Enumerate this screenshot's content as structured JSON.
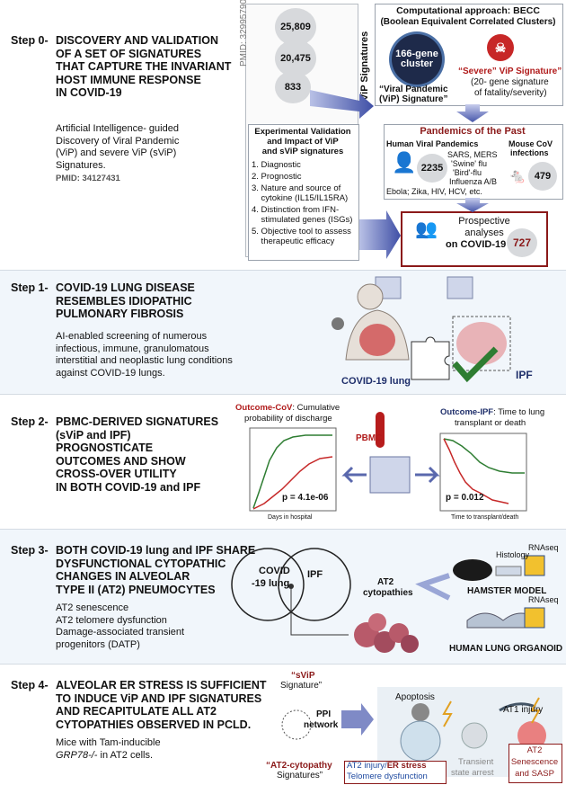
{
  "step0": {
    "label": "Step 0-",
    "title": "DISCOVERY AND VALIDATION\nOF A SET OF SIGNATURES\nTHAT CAPTURE THE INVARIANT\nHOST IMMUNE RESPONSE\nIN COVID-19",
    "desc": "Artificial Intelligence- guided\nDiscovery of Viral Pandemic\n(ViP) and severe ViP (sViP)\nSignatures.",
    "pmid": "PMID: 34127431",
    "side_pmid": "PMID: 32995790",
    "counts": [
      "25,809",
      "20,475",
      "833"
    ],
    "vip_signatures_label": "ViP Signatures",
    "becc_title": "Computational approach: BECC",
    "becc_subtitle": "(Boolean Equivalent Correlated Clusters)",
    "cluster_label": "166-gene\ncluster",
    "vip_sig_1": "“Viral Pandemic",
    "vip_sig_2": "(ViP) Signature”",
    "severe_1": "“Severe” ViP Signature”",
    "severe_2": "(20- gene signature",
    "severe_3": "of fatality/severity)",
    "exp_title_1": "Experimental Validation",
    "exp_title_2": "and Impact of ViP",
    "exp_title_3": "and sViP signatures",
    "exp_items": [
      "1. Diagnostic",
      "2. Prognostic",
      "3. Nature and source of",
      "    cytokine (IL15/IL15RA)",
      "4. Distinction from IFN-",
      "    stimulated genes (ISGs)",
      "5. Objective tool to assess",
      "    therapeutic efficacy"
    ],
    "past_title": "Pandemics of the Past",
    "human_title": "Human Viral Pandemics",
    "human_count": "2235",
    "human_viruses": [
      "SARS, MERS",
      "'Swine' flu",
      "'Bird'-flu",
      "Influenza A/B",
      "Ebola; Zika, HIV, HCV, etc."
    ],
    "mouse_title_1": "Mouse CoV",
    "mouse_title_2": "infections",
    "mouse_count": "479",
    "prospective_1": "Prospective",
    "prospective_2": "analyses",
    "prospective_3": "on COVID-19",
    "prospective_count": "727"
  },
  "step1": {
    "label": "Step 1-",
    "title": "COVID-19 LUNG DISEASE\nRESEMBLES IDIOPATHIC\nPULMONARY FIBROSIS",
    "desc": "AI-enabled screening of numerous\ninfectious, immune, granulomatous\ninterstitial and neoplastic lung conditions\nagainst COVID-19 lungs.",
    "covid_lung": "COVID-19 lung",
    "ipf": "IPF"
  },
  "step2": {
    "label": "Step 2-",
    "title": "PBMC-DERIVED SIGNATURES\n(sViP and IPF)\nPROGNOSTICATE\nOUTCOMES AND SHOW\nCROSS-OVER UTILITY\nIN BOTH COVID-19 and IPF",
    "cov_title_bold": "Outcome-CoV",
    "cov_title_rest": ": Cumulative",
    "cov_title_2": "probability of discharge",
    "ipf_title_bold": "Outcome-IPF",
    "ipf_title_rest": ": Time to lung",
    "ipf_title_2": "transplant or death",
    "pbmc": "PBMC",
    "p_cov": "p = 4.1e-06",
    "p_ipf": "p = 0.012",
    "cov_xlabel": "Days in hospital",
    "ipf_xlabel": "Time to transplant/death"
  },
  "step3": {
    "label": "Step 3-",
    "title": "BOTH COVID-19 lung and IPF SHARE\nDYSFUNCTIONAL CYTOPATHIC\nCHANGES IN ALVEOLAR\nTYPE II (AT2) PNEUMOCYTES",
    "desc": "AT2 senescence\nAT2 telomere dysfunction\nDamage-associated transient\nprogenitors (DATP)",
    "venn_left_1": "COVID",
    "venn_left_2": "-19 lung",
    "venn_right": "IPF",
    "at2_1": "AT2",
    "at2_2": "cytopathies",
    "histology": "Histology",
    "rnaseq": "RNAseq",
    "hamster": "HAMSTER MODEL",
    "organoid": "HUMAN LUNG ORGANOID"
  },
  "step4": {
    "label": "Step 4-",
    "title": "ALVEOLAR ER STRESS IS SUFFICIENT\nTO INDUCE ViP AND IPF SIGNATURES\nAND RECAPITULATE ALL AT2\nCYTOPATHIES OBSERVED IN PCLD.",
    "desc_1": "Mice with Tam-inducible",
    "desc_2": "GRP78-/-",
    "desc_3": " in AT2 cells.",
    "svip_1": "“sViP",
    "svip_2": "Signature”",
    "ppi_1": "PPI",
    "ppi_2": "network",
    "at2cyto_1": "“AT2-cytopathy",
    "at2cyto_2": "Signatures”",
    "apoptosis": "Apoptosis",
    "at1_injury": "AT1 injury",
    "at2_injury": "AT2 injury/",
    "er_stress": "ER stress",
    "telomere": "Telomere dysfunction",
    "transient_1": "Transient",
    "transient_2": "state arrest",
    "senescence_1": "AT2",
    "senescence_2": "Senescence",
    "senescence_3": "and SASP"
  }
}
